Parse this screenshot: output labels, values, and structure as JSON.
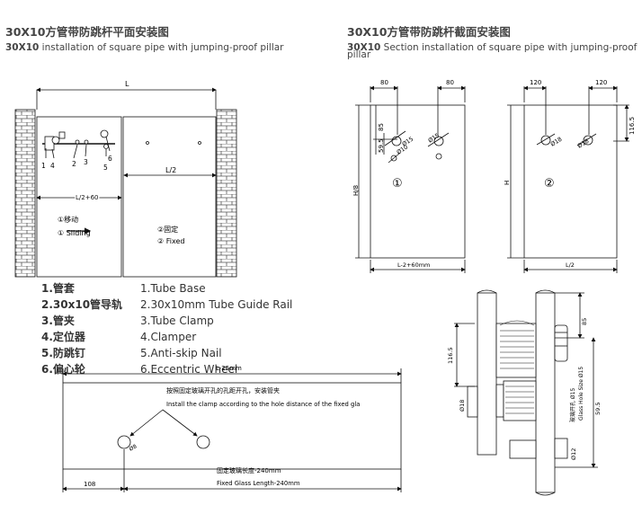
{
  "left_heading": {
    "cn": "30X10方管带防跳杆平面安装图",
    "en_bold": "30X10",
    "en": " installation of square pipe with jumping-proof pillar"
  },
  "right_heading": {
    "cn": "30X10方管带防跳杆截面安装图",
    "en_bold": "30X10",
    "en": " Section installation of square pipe with jumping-proof",
    "en2": "pillar"
  },
  "plan": {
    "L": "L",
    "L_half": "L/2",
    "L_half_60": "L/2+60",
    "part_numbers": [
      "1",
      "4",
      "2",
      "3",
      "5",
      "6"
    ],
    "moving_cn": "①移动",
    "moving_en": "① Sliding",
    "fixed_cn": "②固定",
    "fixed_en": "② Fixed"
  },
  "legend_cn": [
    "1.管套",
    "2.30x10管导轨",
    "3.管夹",
    "4.定位器",
    "5.防跳钉",
    "6.偏心轮"
  ],
  "legend_en": [
    "1.Tube Base",
    "2.30x10mm Tube Guide Rail",
    "3.Tube Clamp",
    "4.Clamper",
    "5.Anti-skip Nail",
    "6.Eccentric Wheel"
  ],
  "section1": {
    "dim_a": "80",
    "dim_b": "80",
    "d85": "85",
    "d595": "59.5",
    "phi15a": "Ø15",
    "phi10": "Ø10",
    "phi15b": "Ø15",
    "height": "H/8",
    "circle": "①",
    "width": "L-2+60mm"
  },
  "section2": {
    "dim_a": "120",
    "dim_b": "120",
    "d1165": "116.5",
    "phi18a": "Ø18",
    "phi18b": "Ø18",
    "height": "H",
    "circle": "②",
    "width": "L/2"
  },
  "detail": {
    "d85": "85",
    "d1165": "116.5",
    "hole_cn": "玻璃开孔 Ø15",
    "hole_en": "Glass Hole Size Ø15",
    "d595": "59.5",
    "phi18": "Ø18",
    "phi12": "Ø12"
  },
  "glass": {
    "L25": "L-25mm",
    "note_cn": "按照固定玻璃开孔的孔距开孔，安装管夹",
    "note_en": "Install the clamp according to the hole distance of the fixed gla",
    "phi8": "Ø8",
    "len_cn": "固定玻璃长度-240mm",
    "len_en": "Fixed Glass Length-240mm",
    "d108": "108"
  }
}
